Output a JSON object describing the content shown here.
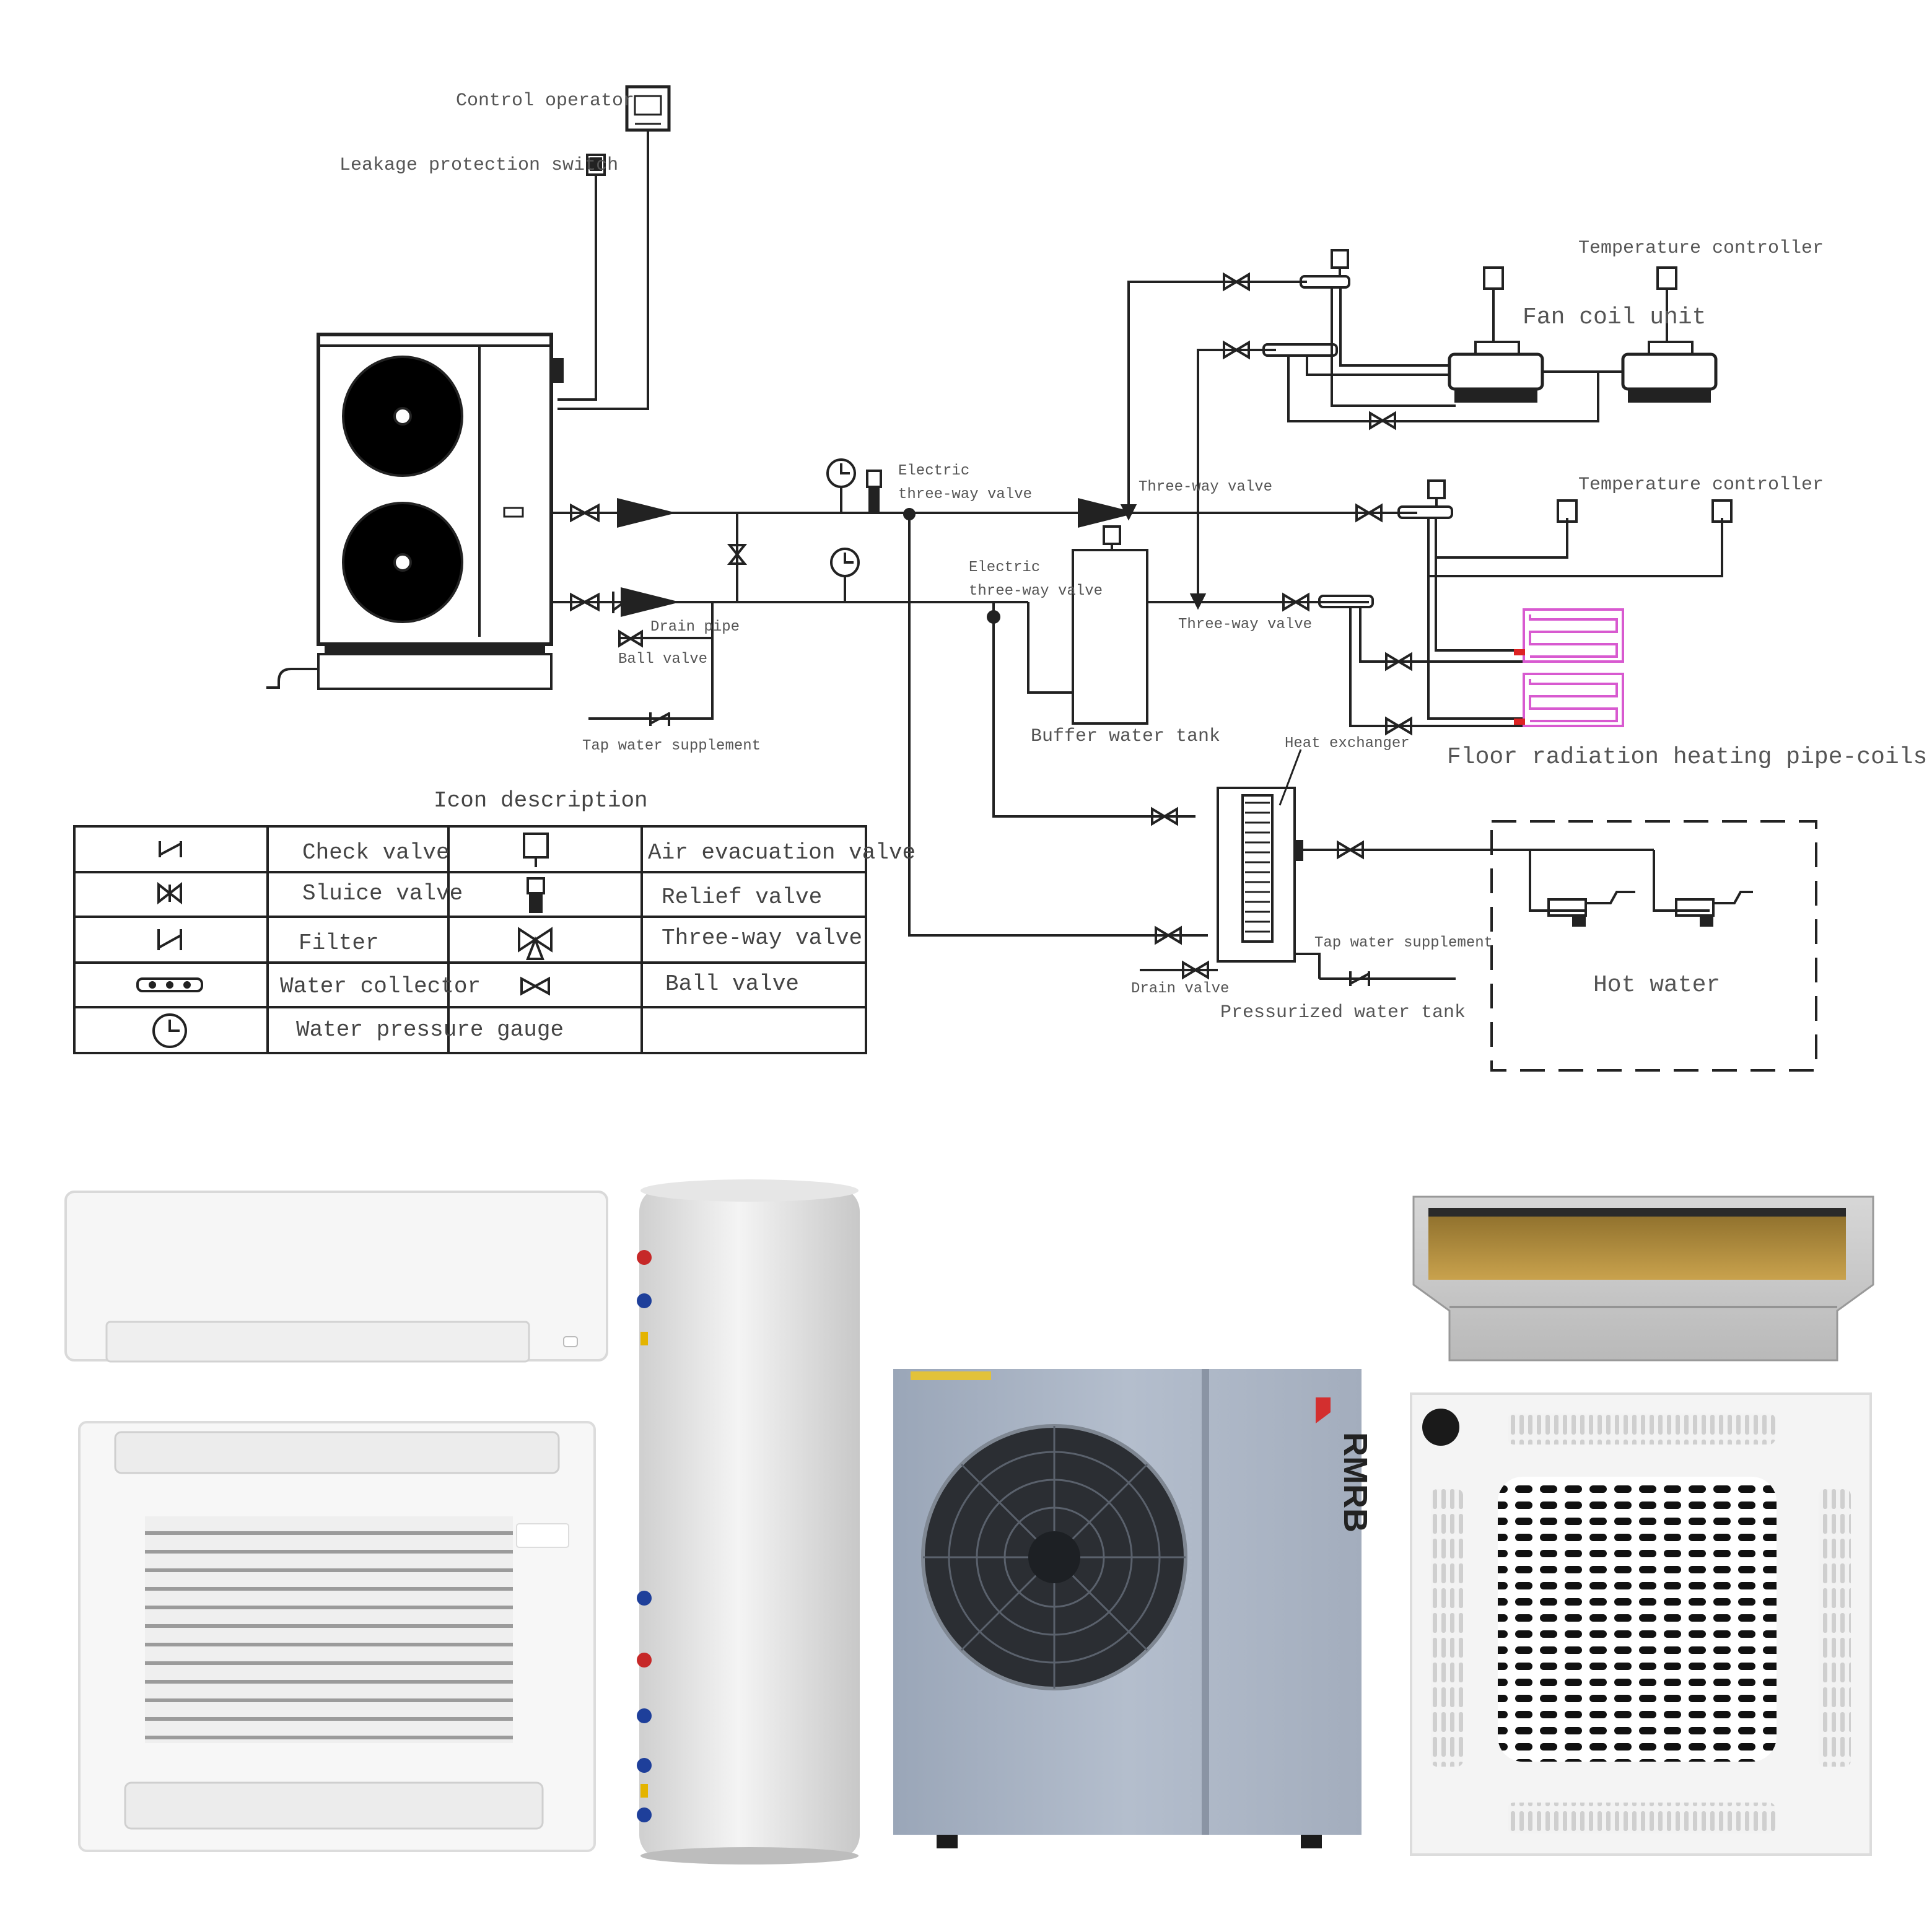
{
  "diagram": {
    "labels": {
      "control_operator": "Control operator",
      "leakage_switch": "Leakage protection switch",
      "temp_controller_top": "Temperature controller",
      "fan_coil_unit": "Fan coil unit",
      "temp_controller_mid": "Temperature controller",
      "electric_valve_1_l1": "Electric",
      "electric_valve_1_l2": "three-way valve",
      "three_way_valve_top": "Three-way valve",
      "electric_valve_2_l1": "Electric",
      "electric_valve_2_l2": "three-way valve",
      "three_way_valve_mid": "Three-way valve",
      "drain_pipe": "Drain pipe",
      "ball_valve": "Ball valve",
      "tap_water_supplement": "Tap water supplement",
      "buffer_tank": "Buffer water tank",
      "heat_exchanger": "Heat exchanger",
      "floor_radiation": "Floor radiation heating pipe-coils",
      "tap_water_supplement_2": "Tap water supplement",
      "drain_valve": "Drain valve",
      "pressurized_tank": "Pressurized water tank",
      "hot_water": "Hot water"
    },
    "legend": {
      "title": "Icon description",
      "rows": [
        {
          "left_label": "Check valve",
          "right_label": "Air evacuation valve"
        },
        {
          "left_label": "Sluice valve",
          "right_label": "Relief valve"
        },
        {
          "left_label": "Filter",
          "right_label": "Three-way valve"
        },
        {
          "left_label": "Water collector",
          "right_label": "Ball valve"
        },
        {
          "left_label": "Water pressure gauge",
          "right_label": ""
        }
      ]
    }
  },
  "products": {
    "brand": "RMRB",
    "items": [
      "wall-mounted-indoor-unit",
      "floor-console-fan-coil",
      "water-tank",
      "heat-pump-outdoor-unit",
      "ducted-unit",
      "cassette-unit"
    ]
  }
}
